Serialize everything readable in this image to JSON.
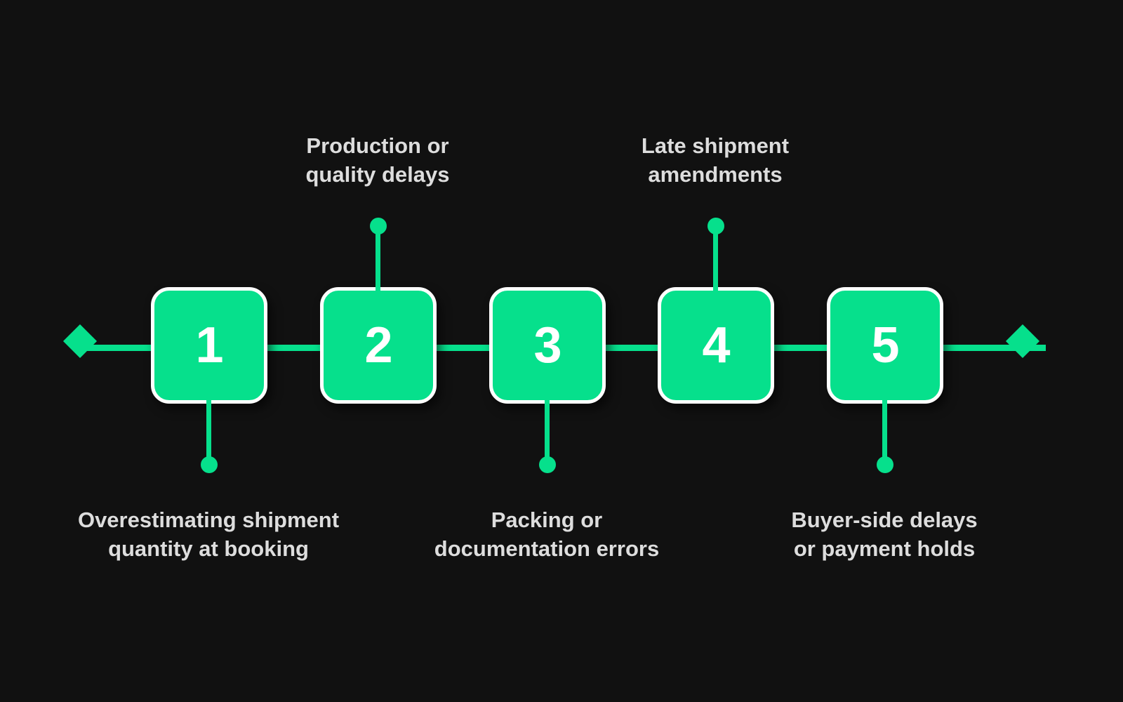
{
  "theme": {
    "background": "#111111",
    "accent": "#06E08C",
    "card_border": "#FFFFFF",
    "number_color": "#FFFFFF",
    "caption_color": "#DDDDDD"
  },
  "timeline": {
    "endcap_left": "diamond",
    "endcap_right": "diamond",
    "steps": [
      {
        "number": "1",
        "caption": "Overestimating shipment\nquantity at booking",
        "caption_position": "below"
      },
      {
        "number": "2",
        "caption": "Production or\nquality delays",
        "caption_position": "above"
      },
      {
        "number": "3",
        "caption": "Packing or\ndocumentation errors",
        "caption_position": "below"
      },
      {
        "number": "4",
        "caption": "Late shipment\namendments",
        "caption_position": "above"
      },
      {
        "number": "5",
        "caption": "Buyer-side delays\nor payment holds",
        "caption_position": "below"
      }
    ]
  }
}
